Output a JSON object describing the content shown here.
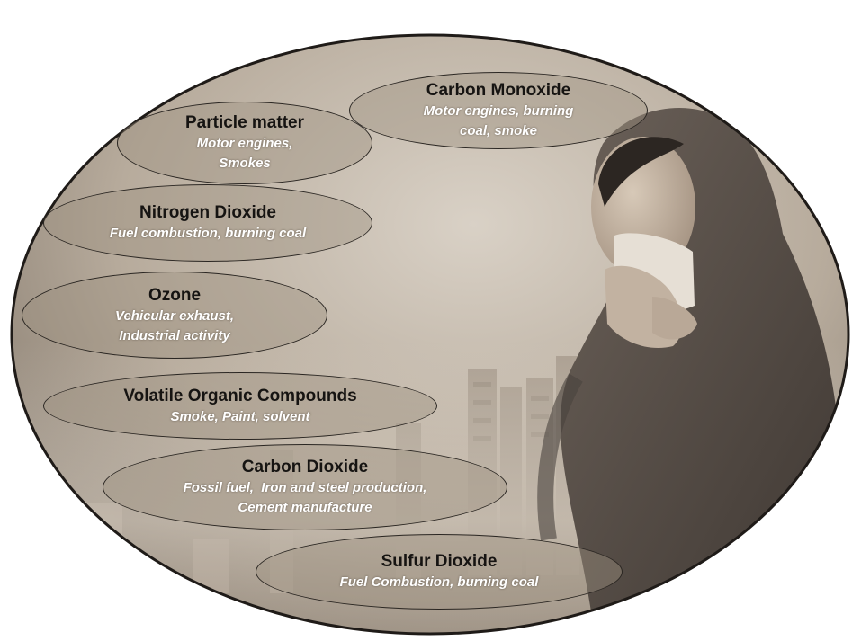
{
  "pollutants": [
    {
      "id": "carbon-monoxide",
      "name": "Carbon Monoxide",
      "sources": [
        "Motor engines, burning",
        "coal, smoke"
      ]
    },
    {
      "id": "particle-matter",
      "name": "Particle matter",
      "sources": [
        "Motor engines,",
        "Smokes"
      ]
    },
    {
      "id": "nitrogen-dioxide",
      "name": "Nitrogen Dioxide",
      "sources": [
        "Fuel combustion, burning coal"
      ]
    },
    {
      "id": "ozone",
      "name": "Ozone",
      "sources": [
        "Vehicular exhaust,",
        "Industrial activity"
      ]
    },
    {
      "id": "voc",
      "name": "Volatile Organic Compounds",
      "sources": [
        "Smoke, Paint, solvent"
      ]
    },
    {
      "id": "carbon-dioxide",
      "name": "Carbon Dioxide",
      "sources": [
        "Fossil fuel,  Iron and steel production,",
        "Cement manufacture"
      ]
    },
    {
      "id": "sulfur-dioxide",
      "name": "Sulfur Dioxide",
      "sources": [
        "Fuel Combustion, burning coal"
      ]
    }
  ]
}
